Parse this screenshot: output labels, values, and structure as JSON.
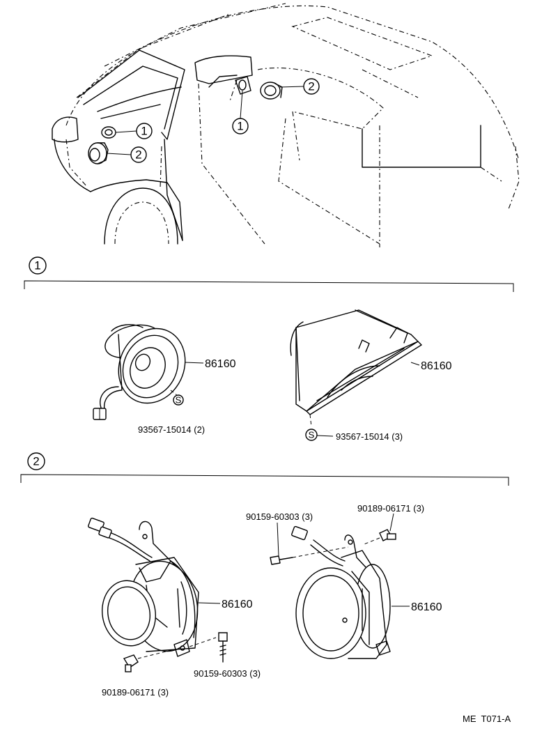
{
  "callouts": {
    "one": "1",
    "two": "2"
  },
  "section_1": {
    "marker": "1",
    "left_part": {
      "part_no": "86160",
      "screw_no": "93567-15014 (2)",
      "s_mark": "S"
    },
    "right_part": {
      "part_no": "86160",
      "screw_no": "93567-15014 (3)",
      "s_mark": "S"
    }
  },
  "section_2": {
    "marker": "2",
    "left_part": {
      "part_no": "86160",
      "clip_no": "90189-06171 (3)",
      "screw_no": "90159-60303 (3)"
    },
    "right_part": {
      "part_no": "86160",
      "screw_no": "90159-60303 (3)",
      "clip_no": "90189-06171 (3)"
    }
  },
  "footer": {
    "code": "ME  T071-A"
  }
}
